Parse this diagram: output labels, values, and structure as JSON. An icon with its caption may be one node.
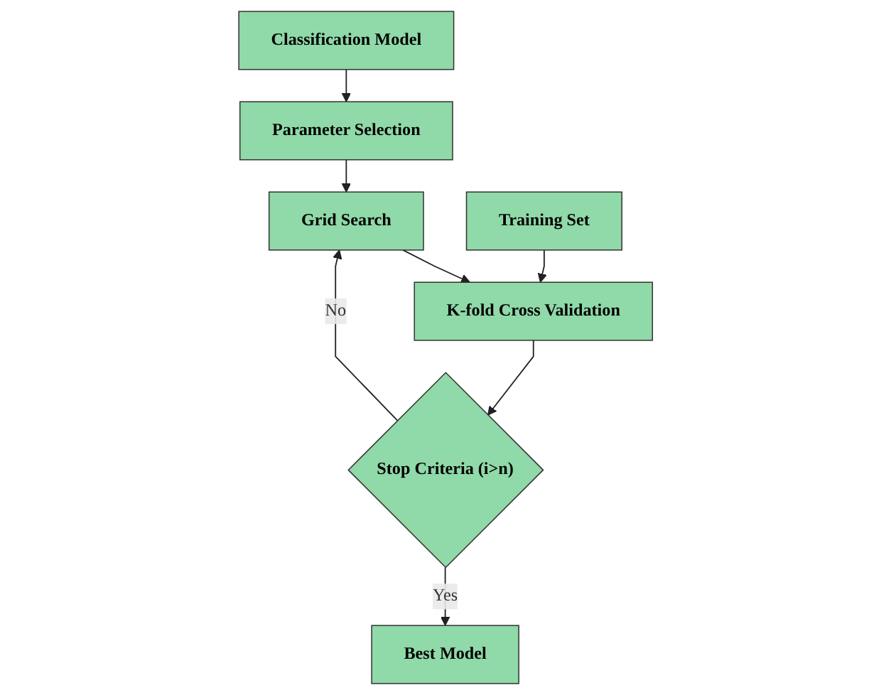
{
  "diagram": {
    "nodes": [
      {
        "text": [
          "Classification Model"
        ]
      },
      {
        "text": [
          "Parameter Selection"
        ]
      },
      {
        "text": [
          "Grid Search"
        ]
      },
      {
        "text": [
          "Training Set"
        ]
      },
      {
        "text": [
          "K-fold Cross Validation"
        ]
      },
      {
        "text": [
          "Stop Criteria (i>n)"
        ]
      },
      {
        "text": [
          "Best Model"
        ]
      }
    ],
    "edges": [
      {
        "from": 0,
        "to": 1,
        "arrow": "to"
      },
      {
        "from": 1,
        "to": 2,
        "arrow": "to"
      },
      {
        "from": 2,
        "to": 4,
        "arrow": "to"
      },
      {
        "from": 3,
        "to": 4,
        "arrow": "to"
      },
      {
        "from": 4,
        "to": 5,
        "arrow": "to"
      },
      {
        "from": 5,
        "to": 2,
        "arrow": "to",
        "label": "No"
      },
      {
        "from": 5,
        "to": 6,
        "arrow": "to",
        "label": "Yes"
      }
    ]
  }
}
